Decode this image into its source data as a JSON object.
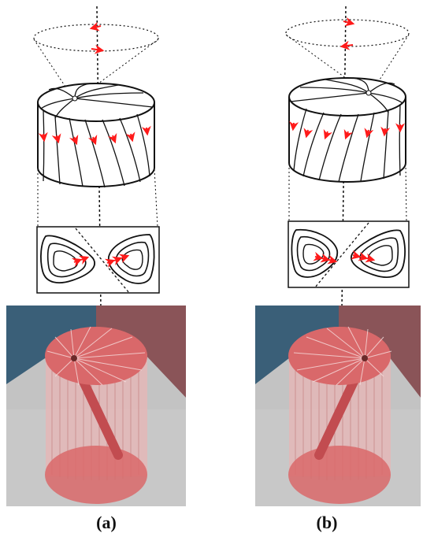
{
  "figure": {
    "panels": [
      {
        "id": "a",
        "label": "(a)",
        "rotation_sense": "clockwise"
      },
      {
        "id": "b",
        "label": "(b)",
        "rotation_sense": "counter-clockwise"
      }
    ],
    "colors": {
      "arrow": "#ff1a1a",
      "line": "#111111",
      "backdrop_left": "#3a5f78",
      "backdrop_right": "#8a5458",
      "floor": "#c8c8c8",
      "render_red": "#d9686a"
    }
  }
}
